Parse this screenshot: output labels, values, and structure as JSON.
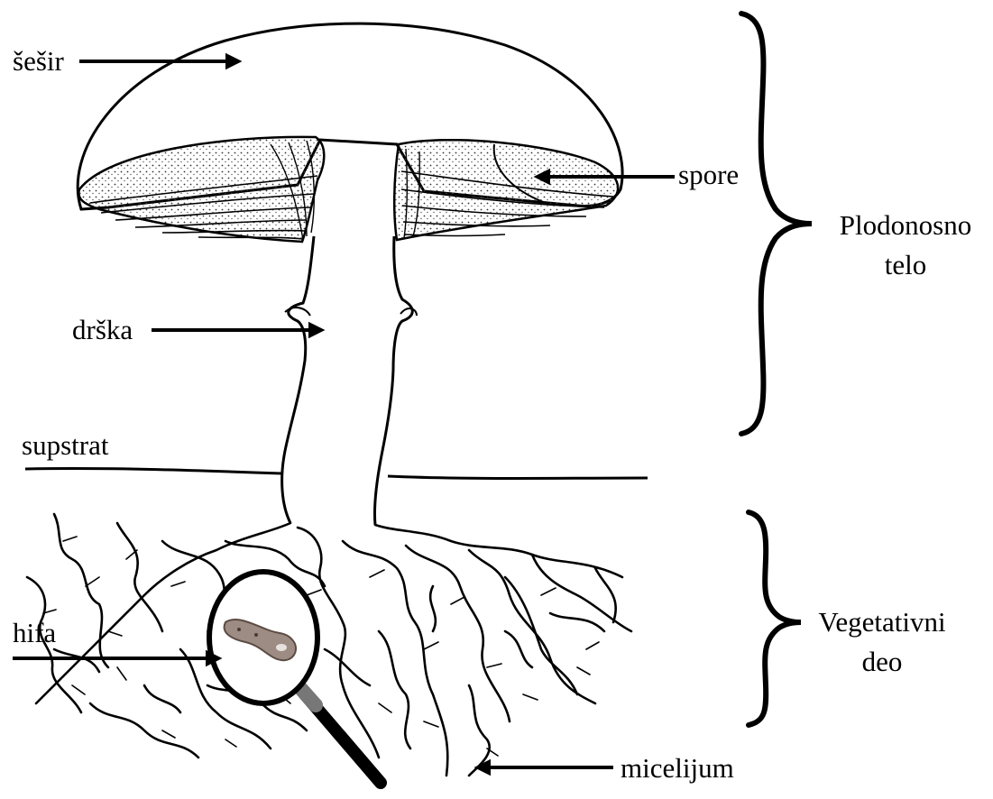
{
  "labels": {
    "cap": "šešir",
    "spores": "spore",
    "stalk": "drška",
    "substrate": "supstrat",
    "hypha": "hifa",
    "mycelium": "micelijum"
  },
  "groups": {
    "fruiting_body_line1": "Plodonosno",
    "fruiting_body_line2": "telo",
    "vegetative_line1": "Vegetativni",
    "vegetative_line2": "deo"
  },
  "icons": {
    "magnifier": "magnifying-glass-icon",
    "brace": "curly-brace"
  },
  "colors": {
    "ink": "#000000",
    "hypha_fill": "#9c8c84",
    "background": "#ffffff"
  }
}
